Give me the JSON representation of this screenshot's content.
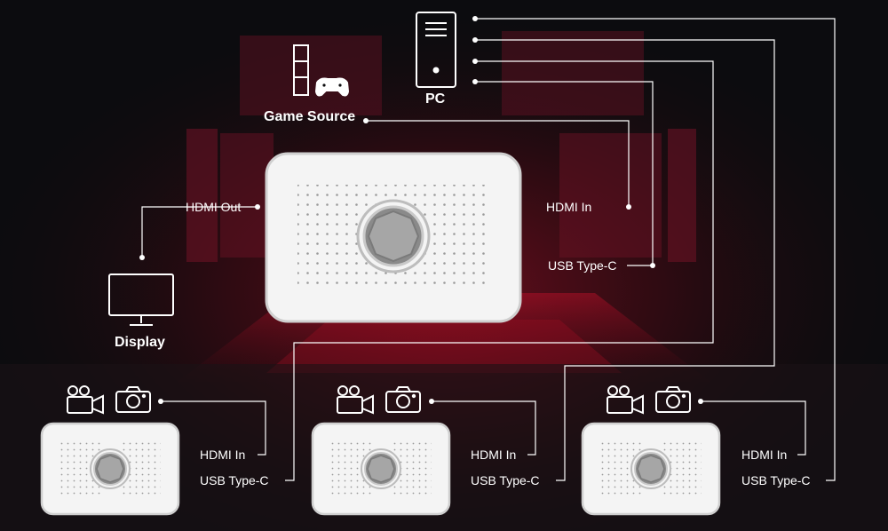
{
  "labels": {
    "pc": "PC",
    "game_source": "Game Source",
    "display": "Display",
    "hdmi_out": "HDMI Out",
    "hdmi_in": "HDMI In",
    "usb_type_c": "USB Type-C"
  },
  "colors": {
    "line": "#ffffff",
    "accent_red": "#c4102a",
    "device_body": "#ffffff",
    "background": "#0b0b0d"
  },
  "icons": [
    "pc-tower-icon",
    "game-console-icon",
    "monitor-icon",
    "video-camera-icon",
    "photo-camera-icon"
  ],
  "capture_units": [
    {
      "hdmi_in": "HDMI In",
      "usb": "USB Type-C"
    },
    {
      "hdmi_in": "HDMI In",
      "usb": "USB Type-C"
    },
    {
      "hdmi_in": "HDMI In",
      "usb": "USB Type-C"
    }
  ]
}
